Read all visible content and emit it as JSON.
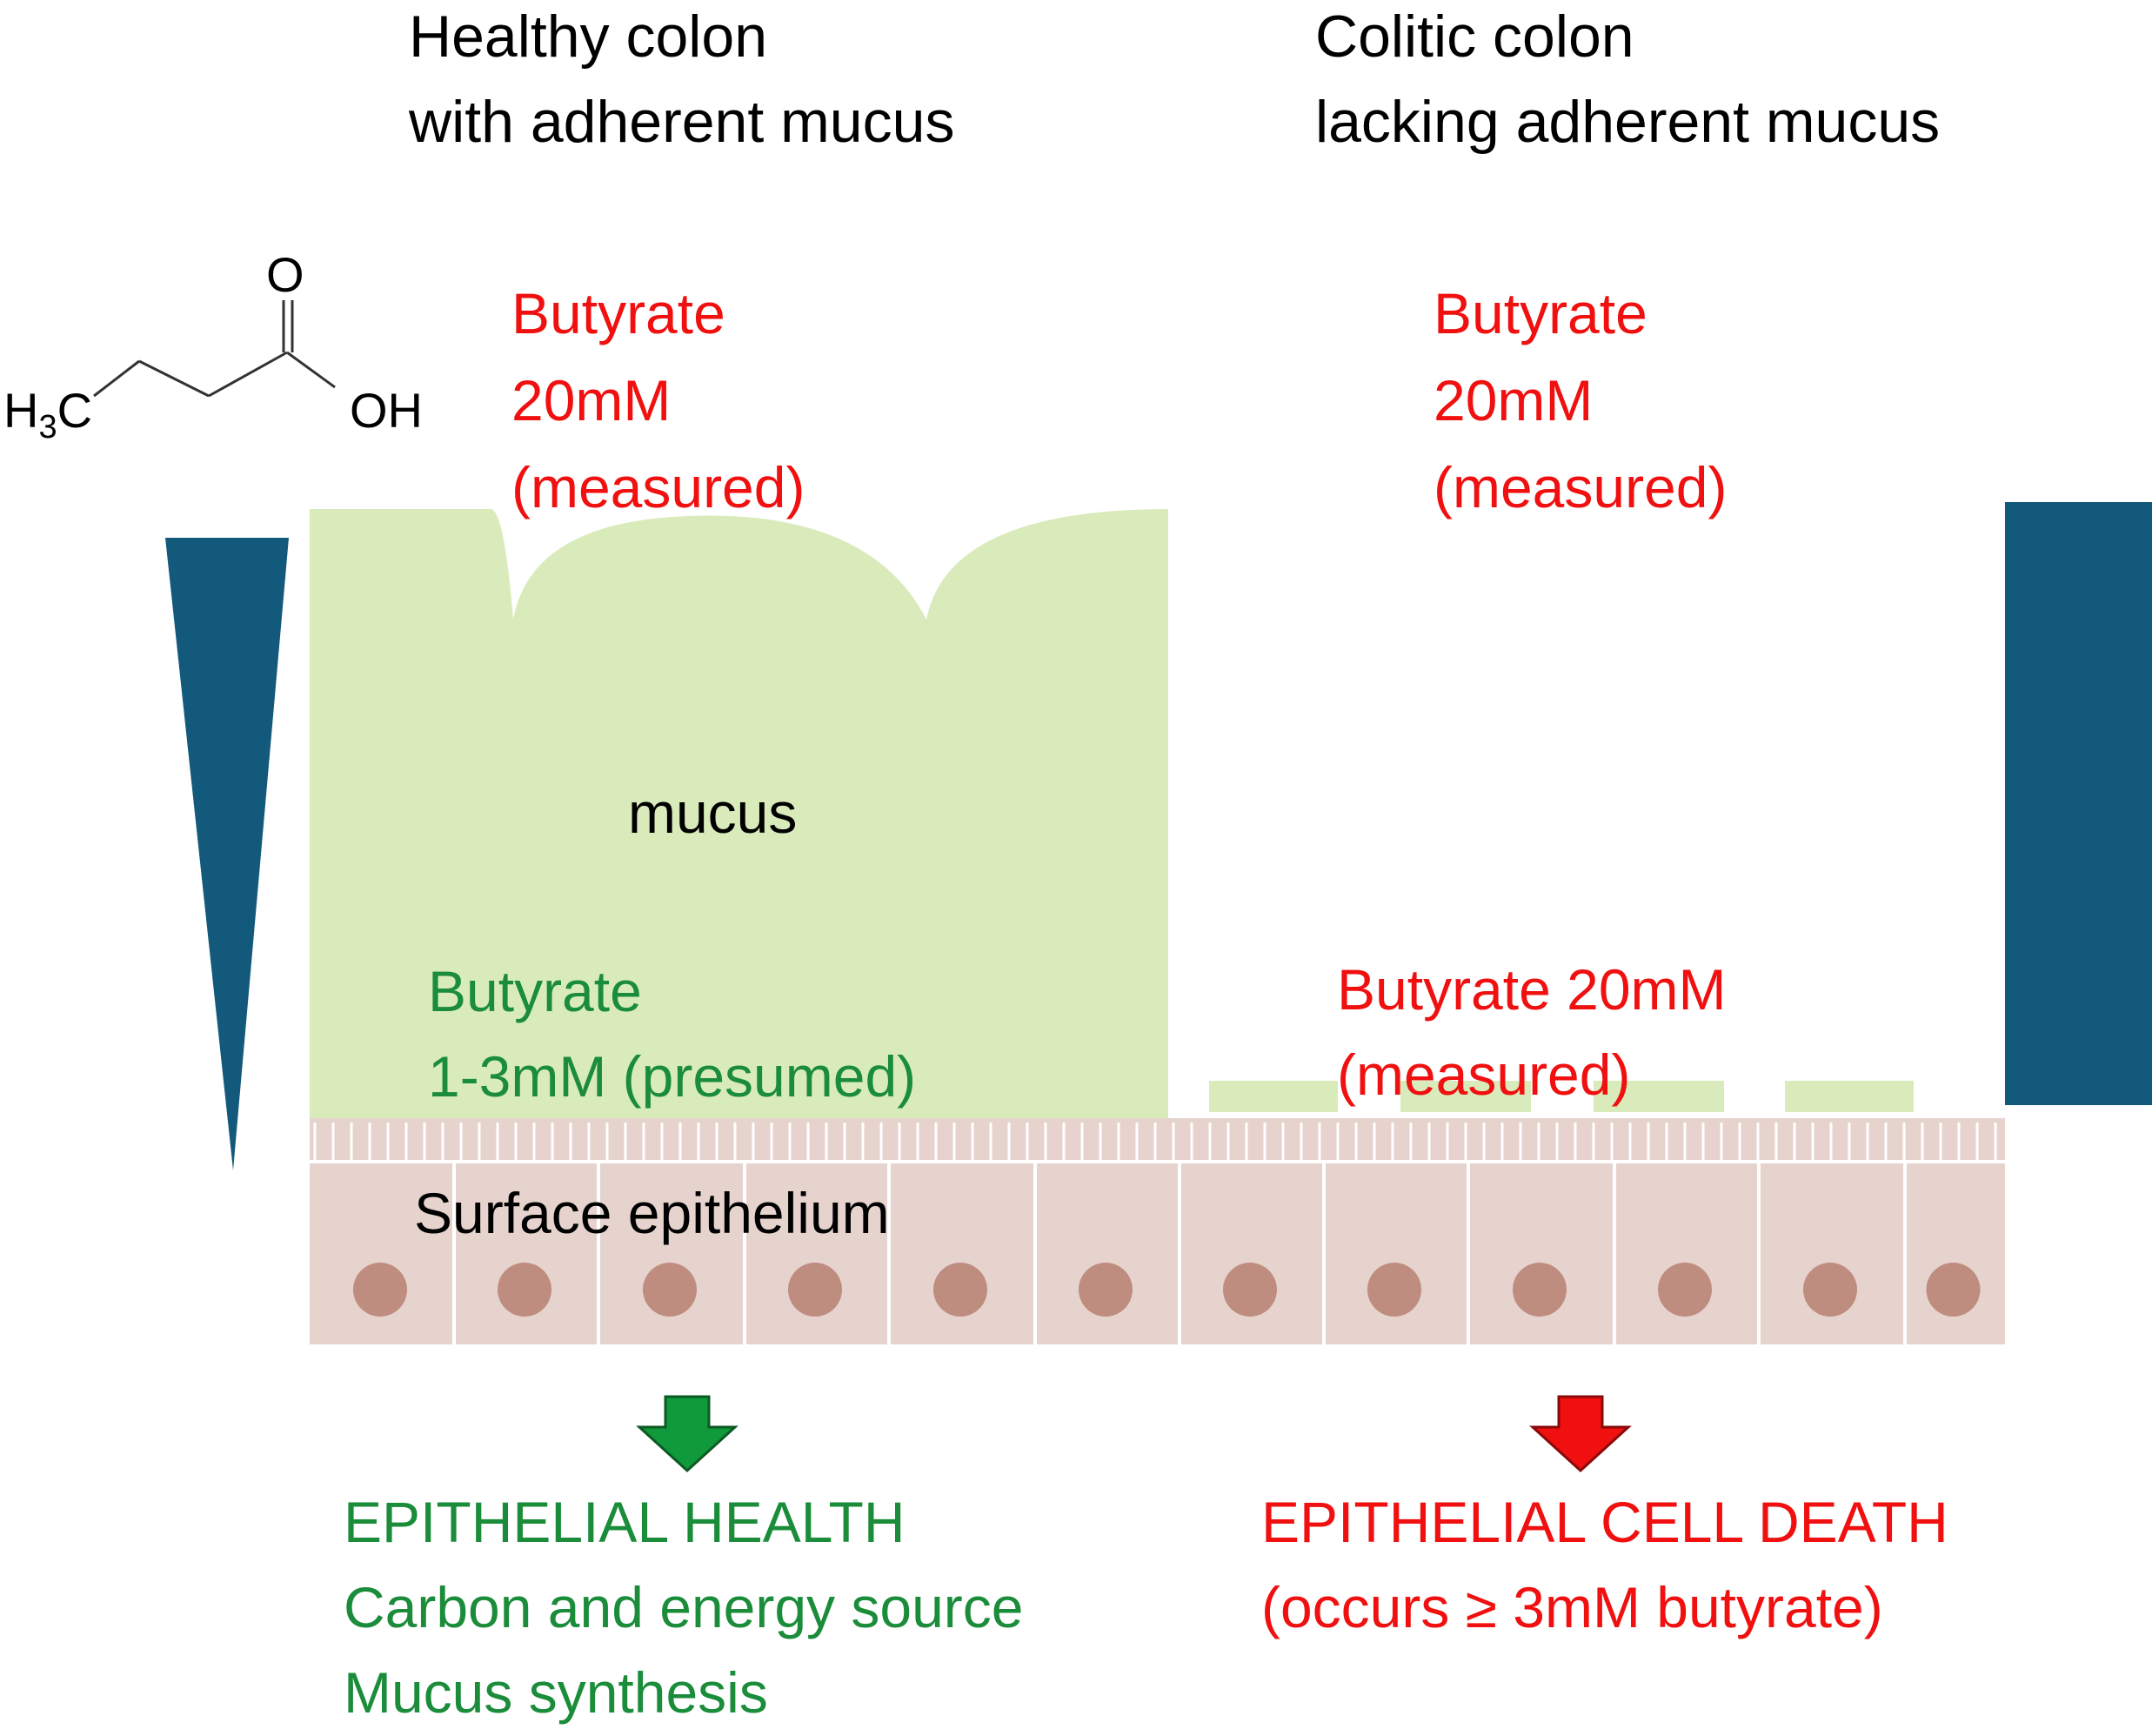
{
  "colors": {
    "mucus": "#d9ebba",
    "epithelium_fill": "#e6d3cd",
    "epithelium_line": "#ffffff",
    "nucleus": "#bf8d80",
    "gradient_bar": "#13597b",
    "red_text": "#f01010",
    "green_text": "#1a8c3a",
    "green_arrow": "#109a3c",
    "red_arrow": "#f01010"
  },
  "molecule": {
    "oxygen": "O",
    "hydroxyl": "OH",
    "methyl": "H",
    "methyl_sub": "3",
    "methyl_c": "C"
  },
  "healthy": {
    "title_line1": "Healthy colon",
    "title_line2": "with adherent mucus",
    "lumen_label_line1": "Butyrate",
    "lumen_label_line2": "20mM",
    "lumen_label_line3": "(measured)",
    "mucus_label": "mucus",
    "surface_label_line1": "Butyrate",
    "surface_label_line2": "1-3mM (presumed)",
    "epithelium_label": "Surface epithelium",
    "outcome_line1": "EPITHELIAL HEALTH",
    "outcome_line2": "Carbon and energy source",
    "outcome_line3": "Mucus synthesis"
  },
  "colitic": {
    "title_line1": "Colitic colon",
    "title_line2": "lacking adherent mucus",
    "lumen_label_line1": "Butyrate",
    "lumen_label_line2": "20mM",
    "lumen_label_line3": "(measured)",
    "surface_label_line1": "Butyrate 20mM",
    "surface_label_line2": "(measured)",
    "outcome_line1": "EPITHELIAL CELL DEATH",
    "outcome_line2": "(occurs ≥ 3mM butyrate)"
  }
}
